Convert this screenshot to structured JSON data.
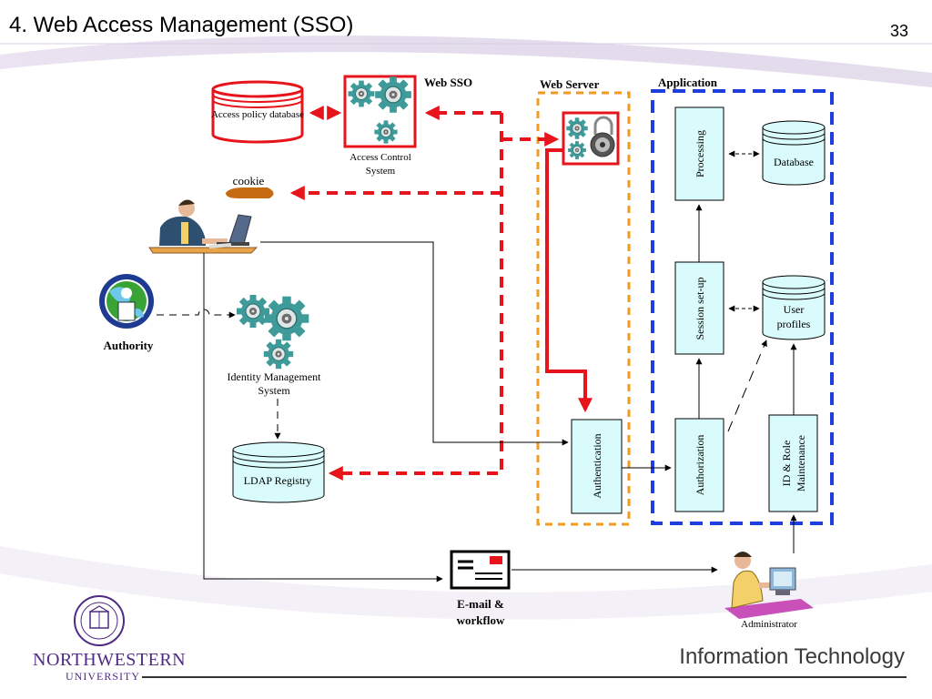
{
  "slide": {
    "title": "4. Web Access Management (SSO)",
    "number": "33"
  },
  "footer": {
    "university": "NORTHWESTERN",
    "university_sub": "UNIVERSITY",
    "department": "Information Technology"
  },
  "diagram": {
    "group_labels": {
      "web_sso": "Web SSO",
      "web_server": "Web Server",
      "application": "Application"
    },
    "nodes": {
      "access_policy_db": "Access policy database",
      "access_control_line1": "Access Control",
      "access_control_line2": "System",
      "cookie": "cookie",
      "authority": "Authority",
      "idm_line1": "Identity Management",
      "idm_line2": "System",
      "ldap": "LDAP Registry",
      "authentication": "Authentication",
      "authorization": "Authorization",
      "session_setup": "Session set-up",
      "processing": "Processing",
      "database": "Database",
      "user_profiles_line1": "User",
      "user_profiles_line2": "profiles",
      "id_role_line1": "ID & Role",
      "id_role_line2": "Maintenance",
      "email_line1": "E-mail &",
      "email_line2": "workflow",
      "administrator": "Administrator"
    },
    "colors": {
      "sso_red": "#e8141b",
      "server_orange": "#f39a1e",
      "app_blue": "#1f3ee0",
      "box_fill": "#d9fbfb",
      "gear_teal": "#3f9a9a",
      "nu_purple": "#4e2a84"
    }
  }
}
